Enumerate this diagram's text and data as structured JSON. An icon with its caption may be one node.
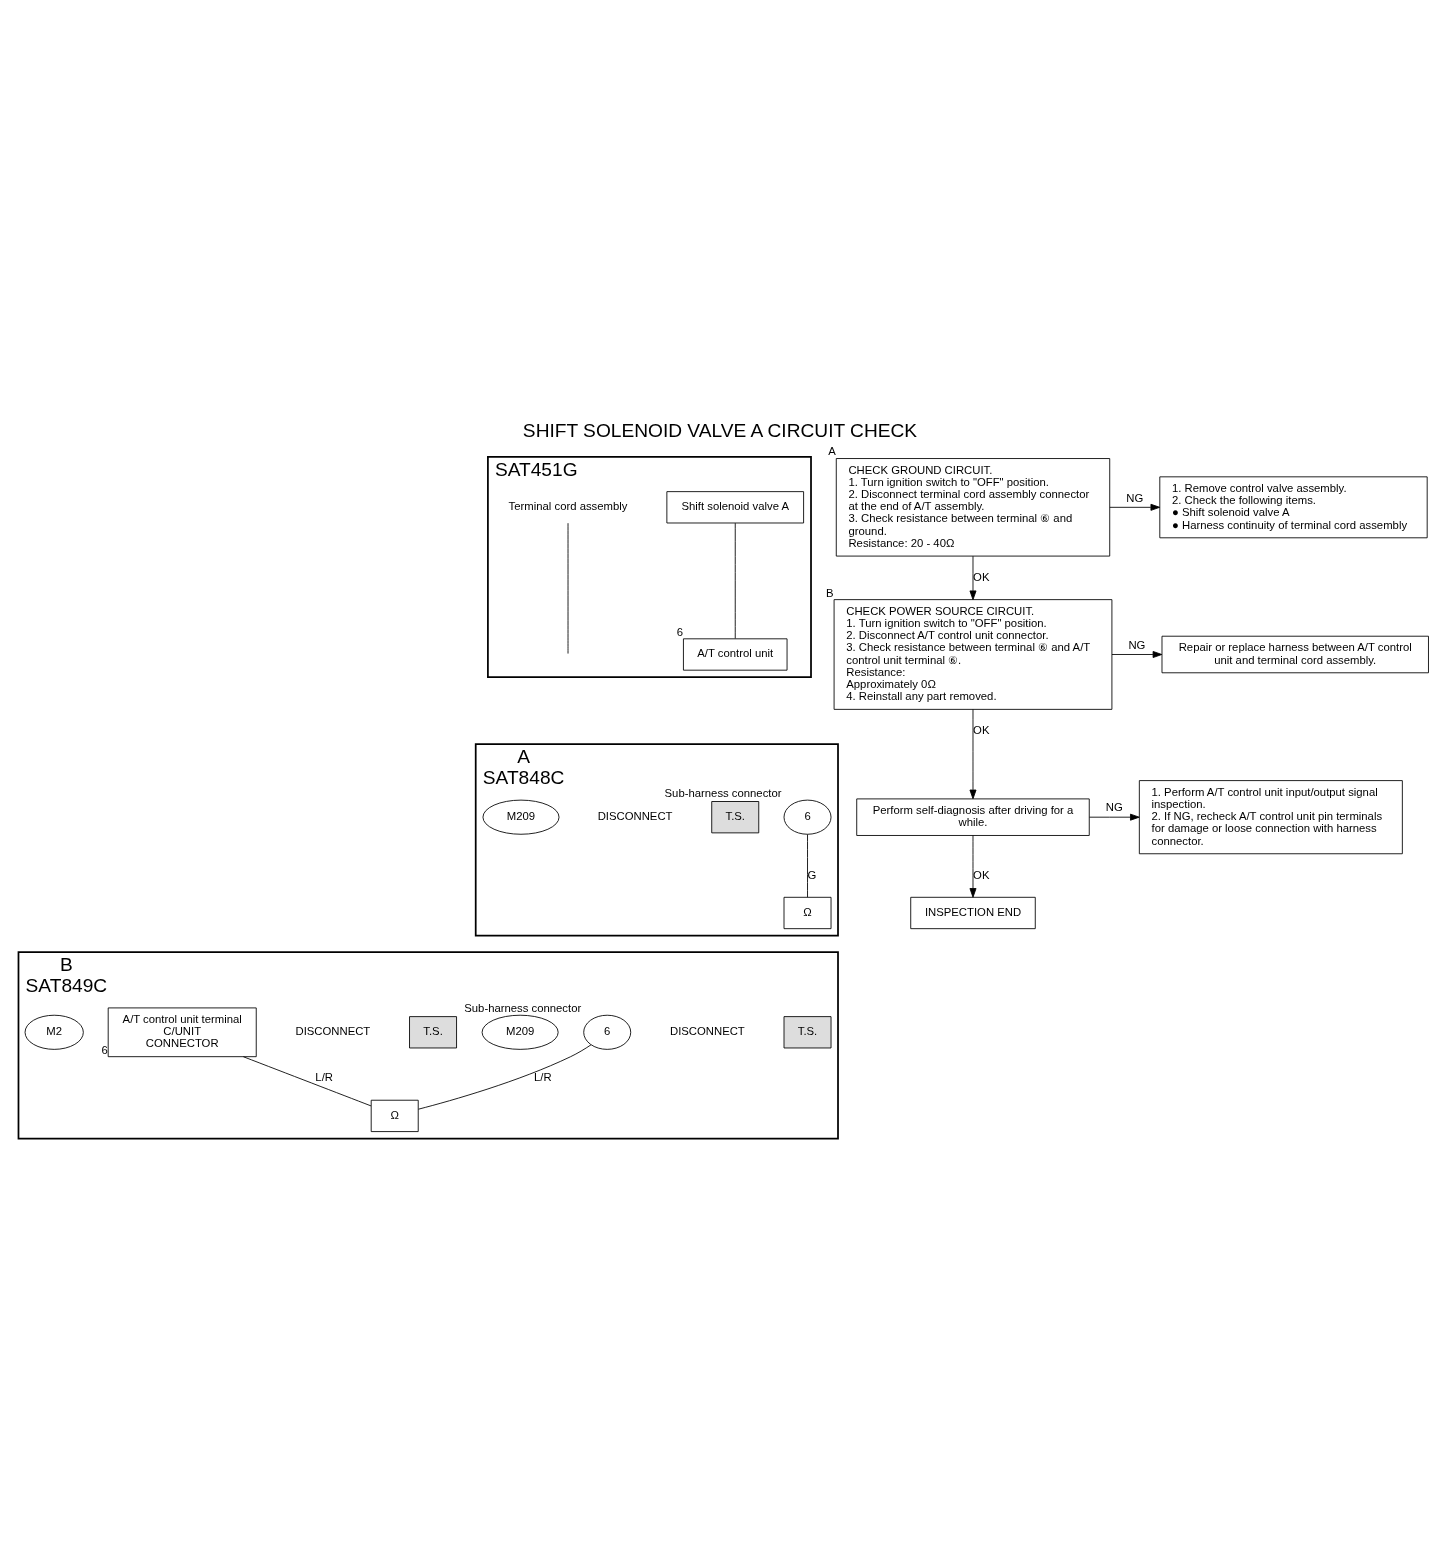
{
  "diagram": {
    "title": "SHIFT SOLENOID VALVE A CIRCUIT CHECK",
    "nodes": [
      {
        "text": [
          "SAT451G"
        ]
      },
      {
        "text": [
          "Shift solenoid valve A"
        ],
        "in": 0
      },
      {
        "text": [
          "Terminal cord assembly"
        ],
        "in": 0
      },
      {
        "text": [
          "A/T control unit"
        ],
        "in": 0,
        "beside": [
          "6"
        ]
      },
      {
        "text": [
          "A",
          "SAT848C"
        ]
      },
      {
        "text": [
          "6"
        ],
        "in": 4,
        "beside": [
          "Sub-harness connector"
        ]
      },
      {
        "text": [
          "Ω"
        ],
        "in": 4
      },
      {
        "text": [
          "T.S."
        ],
        "in": 4
      },
      {
        "text": [
          "DISCONNECT"
        ],
        "in": 4
      },
      {
        "text": [
          "M209"
        ],
        "in": 4
      },
      {
        "text": [
          "B",
          "SAT849C"
        ]
      },
      {
        "text": [
          "T.S."
        ],
        "in": 10
      },
      {
        "text": [
          "DISCONNECT"
        ],
        "in": 10
      },
      {
        "text": [
          "6"
        ],
        "in": 10,
        "beside": [
          "Sub-harness connector"
        ]
      },
      {
        "text": [
          "M209"
        ],
        "in": 10
      },
      {
        "text": [
          "T.S."
        ],
        "in": 10
      },
      {
        "text": [
          "DISCONNECT"
        ],
        "in": 10
      },
      {
        "text": [
          "A/T control unit terminal",
          "C/UNIT",
          "CONNECTOR"
        ],
        "in": 10,
        "beside": [
          "6"
        ]
      },
      {
        "text": [
          "M2"
        ],
        "in": 10
      },
      {
        "text": [
          "Ω"
        ],
        "in": 10
      },
      {
        "text": [
          "CHECK GROUND CIRCUIT.",
          "1. Turn ignition switch to \"OFF\" position.",
          "2. Disconnect terminal cord assembly connector at the end of A/T assembly.",
          "3. Check resistance between terminal ⑥ and ground.",
          "Resistance: 20 - 40Ω"
        ],
        "beside": [
          "A"
        ]
      },
      {
        "text": [
          "1. Remove control valve assembly.",
          "2. Check the following items.",
          "● Shift solenoid valve A",
          "● Harness continuity of terminal cord assembly"
        ]
      },
      {
        "text": [
          "CHECK POWER SOURCE CIRCUIT.",
          "1. Turn ignition switch to \"OFF\" position.",
          "2. Disconnect A/T control unit connector.",
          "3. Check resistance between terminal ⑥ and A/T control unit terminal ⑥.",
          "Resistance:",
          "Approximately 0Ω",
          "4. Reinstall any part removed."
        ],
        "beside": [
          "B"
        ]
      },
      {
        "text": [
          "Repair or replace harness between A/T control unit and terminal cord assembly."
        ]
      },
      {
        "text": [
          "Perform self-diagnosis after driving for a while."
        ]
      },
      {
        "text": [
          "1. Perform A/T control unit input/output signal inspection.",
          "2. If NG, recheck A/T control unit pin terminals for damage or loose connection with harness connector."
        ]
      },
      {
        "text": [
          "INSPECTION END"
        ]
      }
    ],
    "edges": [
      {
        "from": 1,
        "to": 3,
        "arrow": "none"
      },
      {
        "from": 2,
        "to": null,
        "arrow": "none"
      },
      {
        "from": 5,
        "to": 6,
        "arrow": "none",
        "label": "G"
      },
      {
        "from": 13,
        "to": 19,
        "arrow": "none",
        "label": "L/R"
      },
      {
        "from": 17,
        "to": 19,
        "arrow": "none",
        "label": "L/R"
      },
      {
        "from": 20,
        "to": 21,
        "arrow": "to",
        "label": "NG"
      },
      {
        "from": 20,
        "to": 22,
        "arrow": "to",
        "label": "OK"
      },
      {
        "from": 22,
        "to": 23,
        "arrow": "to",
        "label": "NG"
      },
      {
        "from": 22,
        "to": 24,
        "arrow": "to",
        "label": "OK"
      },
      {
        "from": 24,
        "to": 25,
        "arrow": "to",
        "label": "NG"
      },
      {
        "from": 24,
        "to": 26,
        "arrow": "to",
        "label": "OK"
      }
    ]
  }
}
